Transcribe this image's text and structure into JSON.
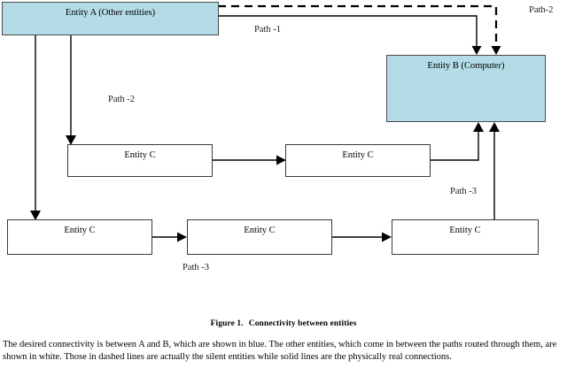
{
  "figure": {
    "caption_number": "Figure 1.",
    "caption_title": "Connectivity between entities",
    "description": "The desired connectivity is between A and B, which are shown in blue. The other entities, which come in between the paths routed through them, are shown in white. Those in dashed lines are actually the silent entities while solid lines are the physically real connections."
  },
  "nodes": {
    "entity_a": {
      "label": "Entity A (Other entities)",
      "color": "#b3dce6"
    },
    "entity_b": {
      "label": "Entity B (Computer)",
      "color": "#b3dce6"
    },
    "entity_c_mid_left": {
      "label": "Entity C",
      "color": "#ffffff"
    },
    "entity_c_mid_right": {
      "label": "Entity C",
      "color": "#ffffff"
    },
    "entity_c_bottom_left": {
      "label": "Entity C",
      "color": "#ffffff"
    },
    "entity_c_bottom_center": {
      "label": "Entity C",
      "color": "#ffffff"
    },
    "entity_c_bottom_right": {
      "label": "Entity C",
      "color": "#ffffff"
    }
  },
  "path_labels": {
    "path_1": "Path -1",
    "path_2_top_right": "Path-2",
    "path_2_left": "Path -2",
    "path_3_right": "Path -3",
    "path_3_bottom": "Path -3"
  },
  "colors": {
    "blue_fill": "#b3dce6",
    "white_fill": "#ffffff",
    "line": "#000000",
    "border": "#3a3a3a"
  }
}
